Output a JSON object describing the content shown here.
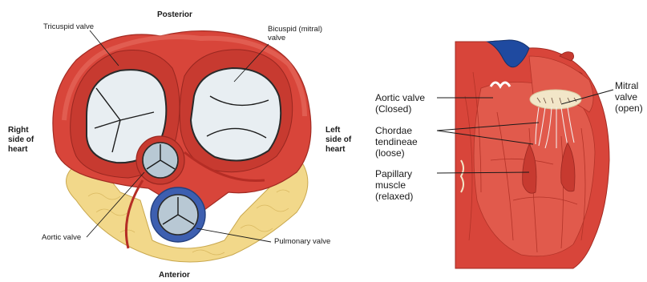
{
  "left_figure": {
    "orientation": {
      "posterior": "Posterior",
      "anterior": "Anterior",
      "right_side": [
        "Right",
        "side of",
        "heart"
      ],
      "left_side": [
        "Left",
        "side of",
        "heart"
      ]
    },
    "labels": {
      "tricuspid": "Tricuspid valve",
      "bicuspid": [
        "Bicuspid (mitral)",
        "valve"
      ],
      "aortic": "Aortic valve",
      "pulmonary": "Pulmonary valve"
    }
  },
  "right_figure": {
    "labels": {
      "aortic_valve": [
        "Aortic valve",
        "(Closed)"
      ],
      "chordae": [
        "Chordae",
        "tendineae",
        "(loose)"
      ],
      "papillary": [
        "Papillary",
        "muscle",
        "(relaxed)"
      ],
      "mitral": [
        "Mitral",
        "valve",
        "(open)"
      ]
    }
  },
  "colors": {
    "muscle_red": "#d8453a",
    "dark_red": "#b52d25",
    "fat_yellow": "#f2d88a",
    "valve_white": "#e8eef2",
    "pulmonary_blue": "#3d5fb0",
    "aorta_blue": "#1f4aa0"
  }
}
